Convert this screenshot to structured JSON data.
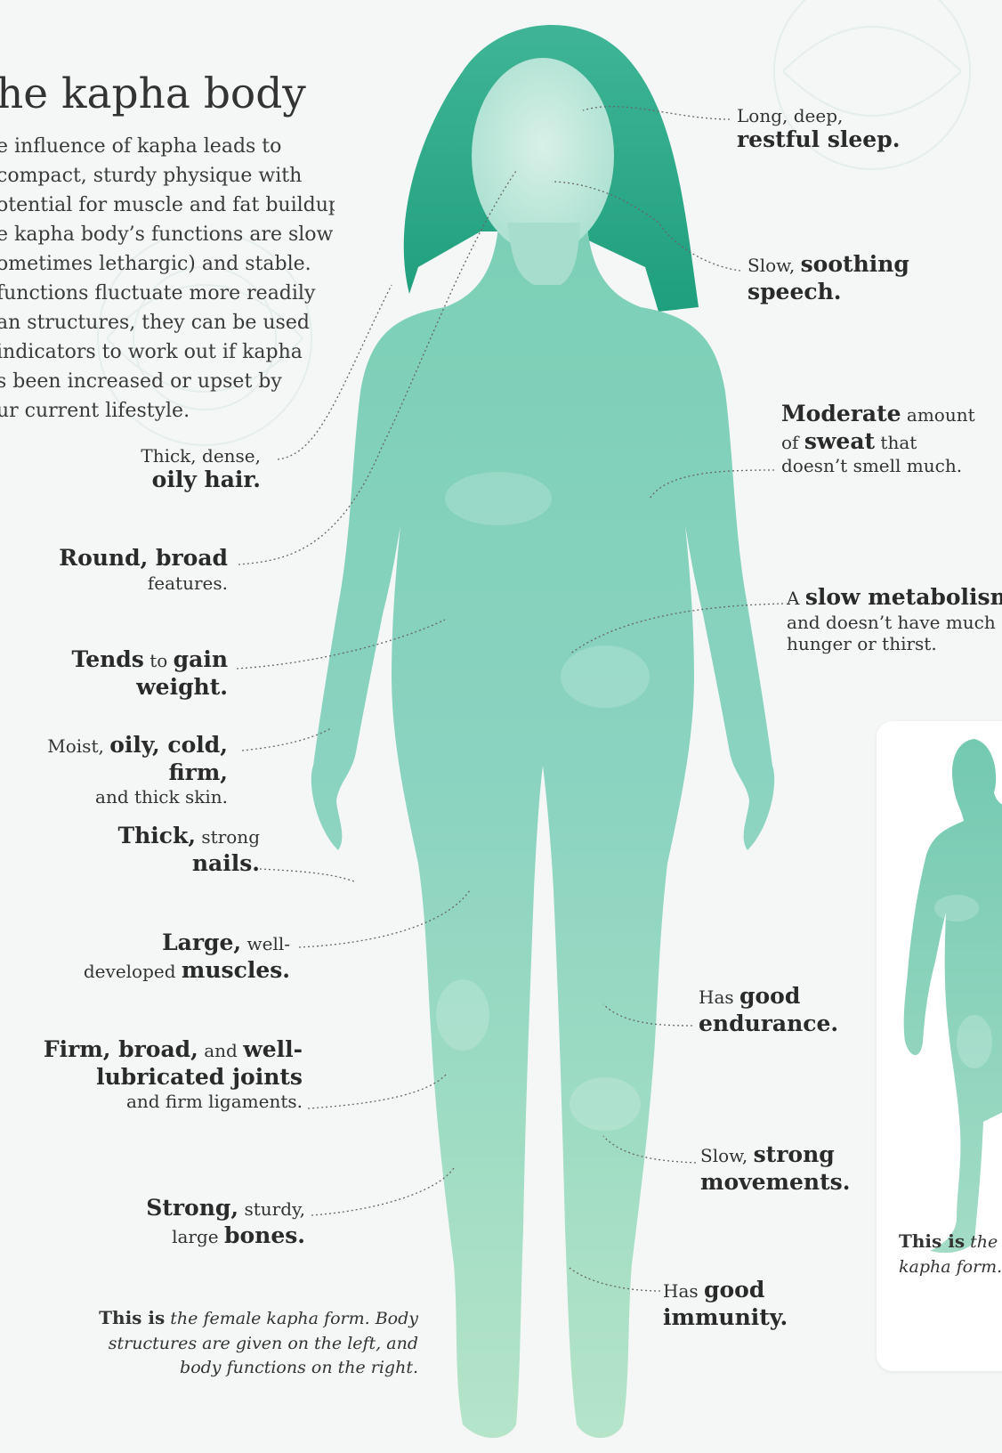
{
  "title": "he kapha body",
  "intro_lines": [
    "e influence of kapha leads to",
    "compact, sturdy physique with",
    "otential for muscle and fat buildup.",
    "e kapha body’s functions are slow",
    "ometimes lethargic) and stable.",
    "functions fluctuate more readily",
    "an structures, they can be used",
    "indicators to work out if kapha",
    "s been increased or upset by",
    "ur current lifestyle."
  ],
  "left_labels": {
    "hair": {
      "line1": "Thick, dense,",
      "line2": "oily hair."
    },
    "features": {
      "bold": "Round, broad",
      "line2": "features."
    },
    "weight": {
      "b1": "Tends",
      "t1": "to",
      "b2": "gain",
      "line2": "weight."
    },
    "skin": {
      "t1": "Moist,",
      "b1": "oily, cold, firm,",
      "line2": "and thick skin."
    },
    "nails": {
      "b1": "Thick,",
      "t1": "strong",
      "line2": "nails."
    },
    "muscles": {
      "b1": "Large,",
      "t1": "well-",
      "t2": "developed",
      "b2": "muscles."
    },
    "joints": {
      "b1": "Firm, broad,",
      "t1": "and",
      "b2": "well-",
      "line2": "lubricated joints",
      "line3": "and firm ligaments."
    },
    "bones": {
      "b1": "Strong,",
      "t1": "sturdy,",
      "t2": "large",
      "b2": "bones."
    }
  },
  "right_labels": {
    "sleep": {
      "line1": "Long, deep,",
      "line2": "restful sleep."
    },
    "speech": {
      "t1": "Slow,",
      "b1": "soothing",
      "line2": "speech."
    },
    "sweat": {
      "b1": "Moderate",
      "t1": "amount",
      "t2": "of",
      "b2": "sweat",
      "t3": "that",
      "line3": "doesn’t smell much."
    },
    "metabolism": {
      "t1": "A",
      "b1": "slow metabolism,",
      "line2": "and doesn’t have much",
      "line3": "hunger or thirst."
    },
    "endurance": {
      "t1": "Has",
      "b1": "good",
      "line2": "endurance."
    },
    "movements": {
      "t1": "Slow,",
      "b1": "strong",
      "line2": "movements."
    },
    "immunity": {
      "t1": "Has",
      "b1": "good",
      "line2": "immunity."
    }
  },
  "female_caption": {
    "bold": "This is",
    "line1": "the female kapha form. Body",
    "line2": "structures are given on the left, and",
    "line3": "body functions on the right."
  },
  "male_caption": {
    "bold": "This is",
    "line1": "the m",
    "line2": "kapha form."
  },
  "colors": {
    "figure": "#8fd3bf",
    "hair": "#2aa987",
    "background": "#f4f7f6",
    "text": "#2b2b2b"
  }
}
